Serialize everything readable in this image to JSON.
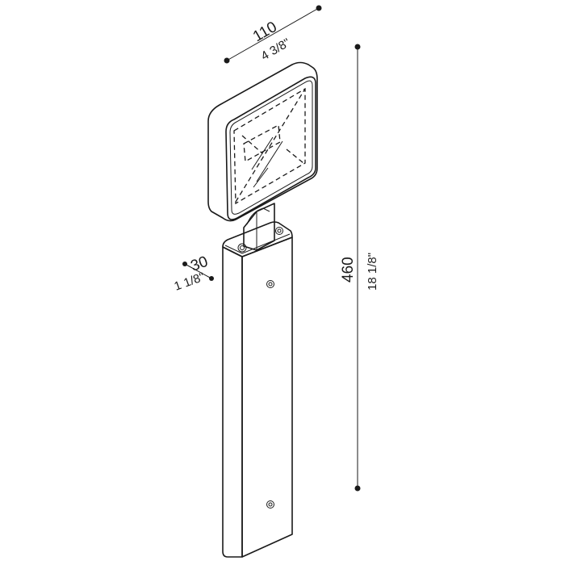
{
  "dimensions": {
    "width": {
      "mm": "110",
      "inch": "4 3/8\""
    },
    "height": {
      "mm": "460",
      "inch": "18 1/8\""
    },
    "depth": {
      "mm": "30",
      "inch": "1 1/8\""
    }
  },
  "colors": {
    "line": "#1a1a1a",
    "background": "#ffffff"
  }
}
